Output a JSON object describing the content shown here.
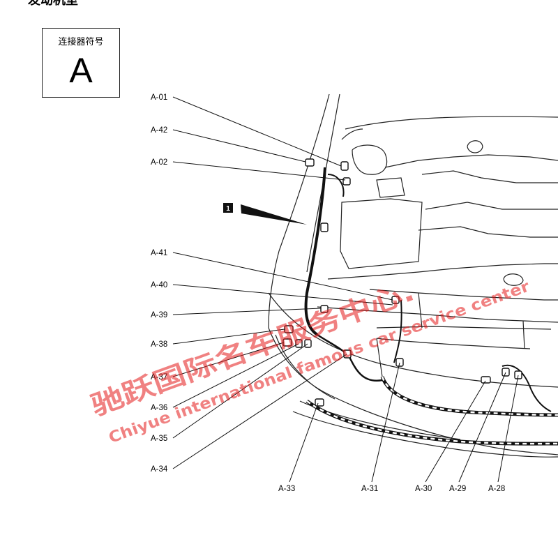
{
  "header": {
    "title": "发动机室"
  },
  "connector_symbol": {
    "caption": "连接器符号",
    "letter": "A"
  },
  "callout": {
    "number": "1"
  },
  "connector_labels": {
    "a01": "A-01",
    "a42": "A-42",
    "a02": "A-02",
    "a41": "A-41",
    "a40": "A-40",
    "a39": "A-39",
    "a38": "A-38",
    "a37": "A-37",
    "a36": "A-36",
    "a35": "A-35",
    "a34": "A-34",
    "a33": "A-33",
    "a31": "A-31",
    "a30": "A-30",
    "a29": "A-29",
    "a28": "A-28"
  },
  "watermark": {
    "line1": "驰跃国际名车服务中心.",
    "line2": "Chiyue international famous car service center",
    "color": "#e31a1a"
  }
}
